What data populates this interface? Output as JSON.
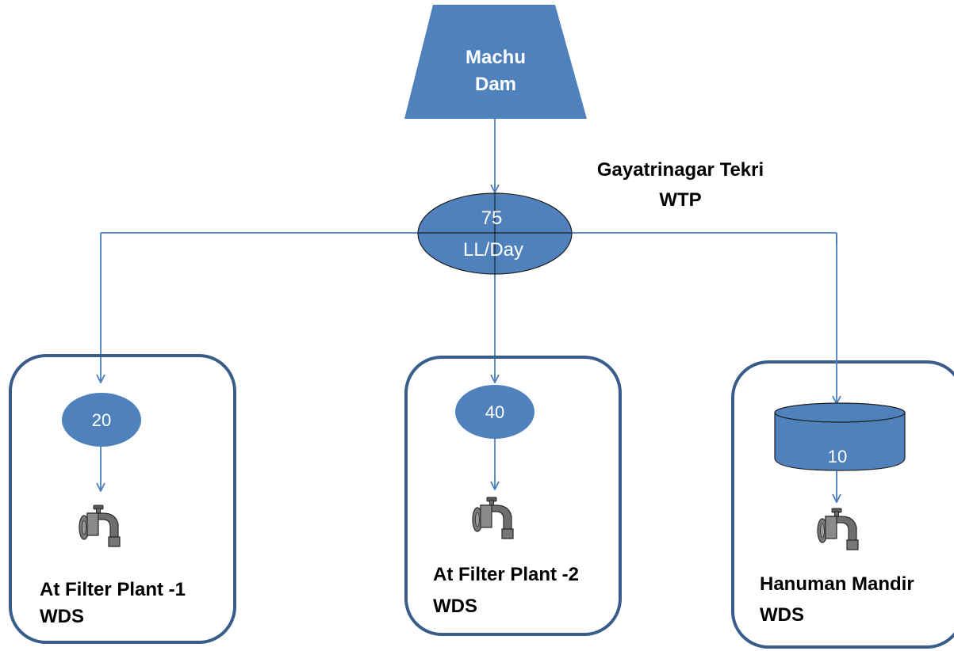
{
  "source": {
    "line1": "Machu",
    "line2": "Dam"
  },
  "plant": {
    "name_line1": "Gayatrinagar Tekri",
    "name_line2": "WTP",
    "capacity_value": "75",
    "capacity_unit": "LL/Day"
  },
  "destinations": [
    {
      "value": "20",
      "name_line1": "At Filter Plant -1",
      "name_line2": "WDS",
      "storage": "ellipse"
    },
    {
      "value": "40",
      "name_line1": "At Filter Plant -2",
      "name_line2": "WDS",
      "storage": "ellipse"
    },
    {
      "value": "10",
      "name_line1": "Hanuman Mandir",
      "name_line2": "WDS",
      "storage": "cylinder"
    }
  ],
  "colors": {
    "shape_fill": "#4f81bd",
    "shape_stroke": "#3a5f8f",
    "box_stroke": "#385d8a",
    "connector": "#4a7ebb",
    "tap": "#7a7a7a"
  },
  "icons": {
    "tap": "water-tap-icon"
  }
}
